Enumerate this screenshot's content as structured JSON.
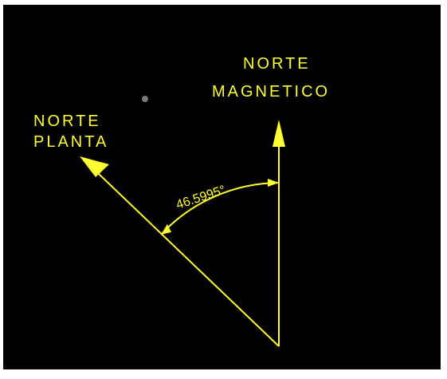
{
  "labels": {
    "magnetic_north_line1": "NORTE",
    "magnetic_north_line2": "MAGNETICO",
    "plan_north_line1": "NORTE",
    "plan_north_line2": "PLANTA"
  },
  "angle": {
    "value_deg": 46.5995,
    "text": "46.5995°"
  },
  "colors": {
    "background": "#000000",
    "frame": "#ffffff",
    "drawing": "#ffff33",
    "point_marker": "#7a7a7a"
  }
}
